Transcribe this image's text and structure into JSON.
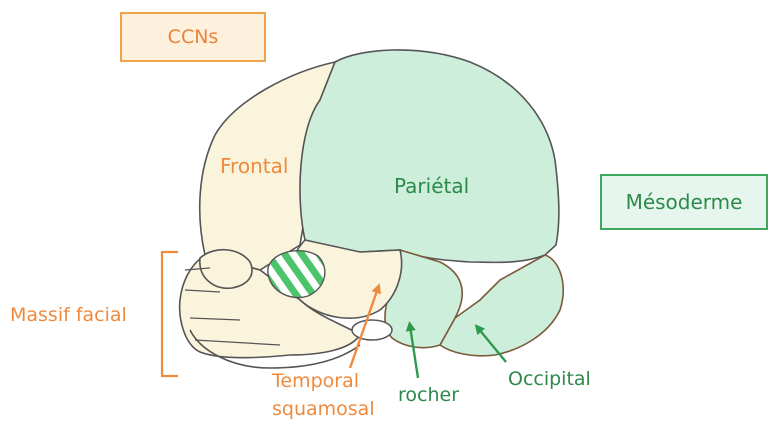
{
  "legend": {
    "ccns": "CCNs",
    "mesoderme": "Mésoderme"
  },
  "labels": {
    "frontal": "Frontal",
    "parietal": "Pariétal",
    "massif_facial": "Massif facial",
    "temporal_squamosal": [
      "Temporal",
      "squamosal"
    ],
    "rocher": "rocher",
    "occipital": "Occipital"
  },
  "colors": {
    "neural_crest_fill": "#fbf4dc",
    "neural_crest_text": "#ef8a3c",
    "mesoderm_fill": "#cdeedb",
    "mesoderm_text": "#2c8a4a",
    "outline": "#555555",
    "bracket": "#ef8a3c",
    "arrow_green": "#2e9a4e"
  }
}
